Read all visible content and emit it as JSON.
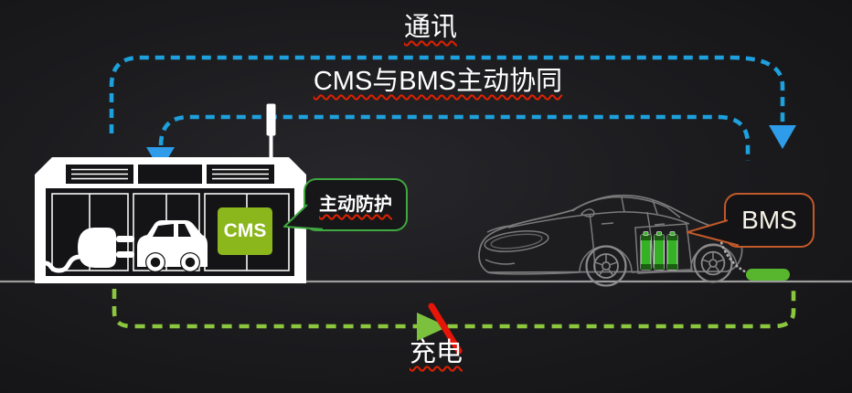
{
  "labels": {
    "communication": "通讯",
    "coordination": "CMS与BMS主动协同",
    "charging": "充电",
    "active_protection": "主动防护",
    "cms": "CMS",
    "bms": "BMS"
  },
  "flows": {
    "communication": {
      "style": "dashed-cyan",
      "from": "charging-station",
      "to": "vehicle-bms",
      "arrow": "down"
    },
    "coordination": {
      "style": "dashed-cyan",
      "from": "vehicle-bms",
      "to": "charging-station",
      "arrow": "down"
    },
    "charging": {
      "style": "dashed-green",
      "from": "charging-station",
      "to": "vehicle-connector",
      "blocked": true
    }
  },
  "colors": {
    "background": "#1c1c1f",
    "communication_line": "#1da0dc",
    "communication_arrow": "#2e9ce8",
    "charging_line": "#8cc63f",
    "charging_arrow": "#7cc13e",
    "blocked_slash": "#e61507",
    "cms_box_green": "#8bb71d",
    "protection_border_green": "#3fa83f",
    "bms_border_orange": "#c2592a",
    "battery_green": "#35b125",
    "connector_green": "#57b52e",
    "station_white": "#ffffff",
    "car_outline_gray": "#7a7a7a",
    "ground_gray": "#9c9c9c",
    "spellcheck_underline_red": "#e02000"
  },
  "icons": {
    "station": "charging-station-icon",
    "plug": "plug-icon",
    "parked_car": "small-car-icon",
    "antenna": "antenna-icon",
    "vehicle": "electric-sedan-icon",
    "batteries": "battery-cells-icon",
    "connector": "charging-connector-icon",
    "comm_arrows": "down-arrow-icon",
    "charge_arrow": "right-arrow-icon",
    "slash": "blocked-slash-icon"
  }
}
